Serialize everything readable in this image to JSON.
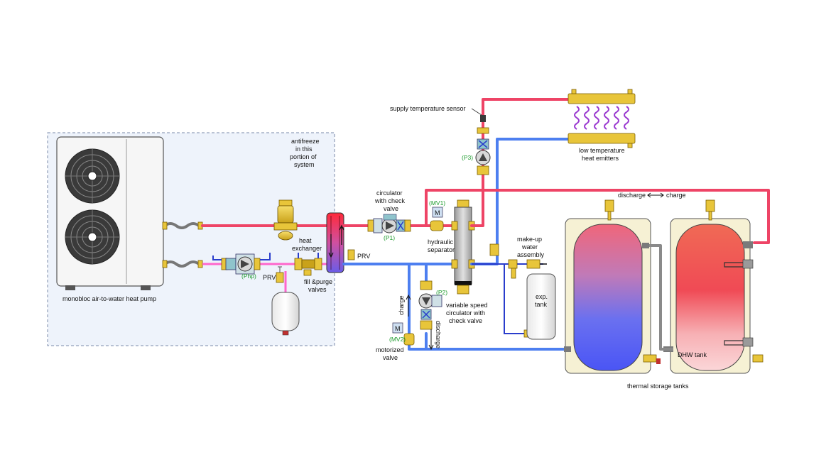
{
  "labels": {
    "heat_pump": "monobloc air-to-water heat pump",
    "antifreeze_1": "antifreeze",
    "antifreeze_2": "in this",
    "antifreeze_3": "portion of",
    "antifreeze_4": "system",
    "heat_exchanger_1": "heat",
    "heat_exchanger_2": "exchanger",
    "prv_left": "PRV",
    "prv_right": "PRV",
    "fill_purge_1": "fill &purge",
    "fill_purge_2": "valves",
    "circ_check_1": "circulator",
    "circ_check_2": "with check",
    "circ_check_3": "valve",
    "supply_sensor": "supply temperature sensor",
    "emitters_1": "low temperature",
    "emitters_2": "heat emitters",
    "hydraulic_1": "hydraulic",
    "hydraulic_2": "separator",
    "makeup_1": "make-up",
    "makeup_2": "water",
    "makeup_3": "assembly",
    "exp_1": "exp.",
    "exp_2": "tank",
    "var_speed_1": "variable speed",
    "var_speed_2": "circulator with",
    "var_speed_3": "check valve",
    "charge_vertical": "charge",
    "discharge_vertical": "discharge",
    "motorized_1": "motorized",
    "motorized_2": "valve",
    "discharge_top": "discharge",
    "charge_top": "charge",
    "dhw_tank": "DHW tank",
    "thermal_storage": "thermal storage tanks",
    "motor_letter_mv1": "M",
    "motor_letter_mv2": "M"
  },
  "tags": {
    "php": "(Php)",
    "p1": "(P1)",
    "p2": "(P2)",
    "p3": "(P3)",
    "mv1": "(MV1)",
    "mv2": "(MV2)"
  },
  "colors": {
    "supply": "#ee4466",
    "return": "#4d7ff0",
    "antifreeze": "#ff66cc",
    "tank_link": "#8a8a8a",
    "brass": "#e8c53a",
    "tag_green": "#1a9a2a",
    "panel": "#eef3fb"
  }
}
